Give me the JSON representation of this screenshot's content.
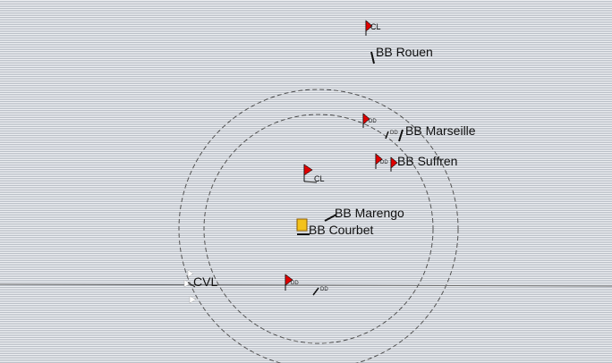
{
  "map": {
    "background_color": "#d8dbe0",
    "flag_color": "#e00000",
    "selected_marker_color": "#f3c21b",
    "ring_color": "#444444"
  },
  "units": {
    "cl_north": {
      "type_label": "CL",
      "icon": "red-flag-icon"
    },
    "bb_rouen": {
      "name": "BB Rouen",
      "icon": "ship-icon"
    },
    "dd_north": {
      "type_label": "DD",
      "icon": "red-flag-icon"
    },
    "bb_marseille": {
      "name": "BB Marseille",
      "dd_label": "DD",
      "icon": "ship-icon"
    },
    "bb_suffren": {
      "name": "BB Suffren",
      "dd_label": "DD",
      "icon": "red-flag-icon"
    },
    "cl_center": {
      "type_label": "CL",
      "icon": "red-flag-icon"
    },
    "bb_marengo": {
      "name": "BB Marengo",
      "icon": "ship-icon"
    },
    "bb_courbet": {
      "name": "BB Courbet",
      "icon": "selected-ship-icon"
    },
    "cvl": {
      "name": "CVL",
      "icon": "aircraft-icon"
    },
    "dd_south": {
      "type_label": "DD",
      "icon": "red-flag-icon"
    },
    "dd_south_east": {
      "type_label": "DD",
      "icon": "ship-icon"
    }
  }
}
